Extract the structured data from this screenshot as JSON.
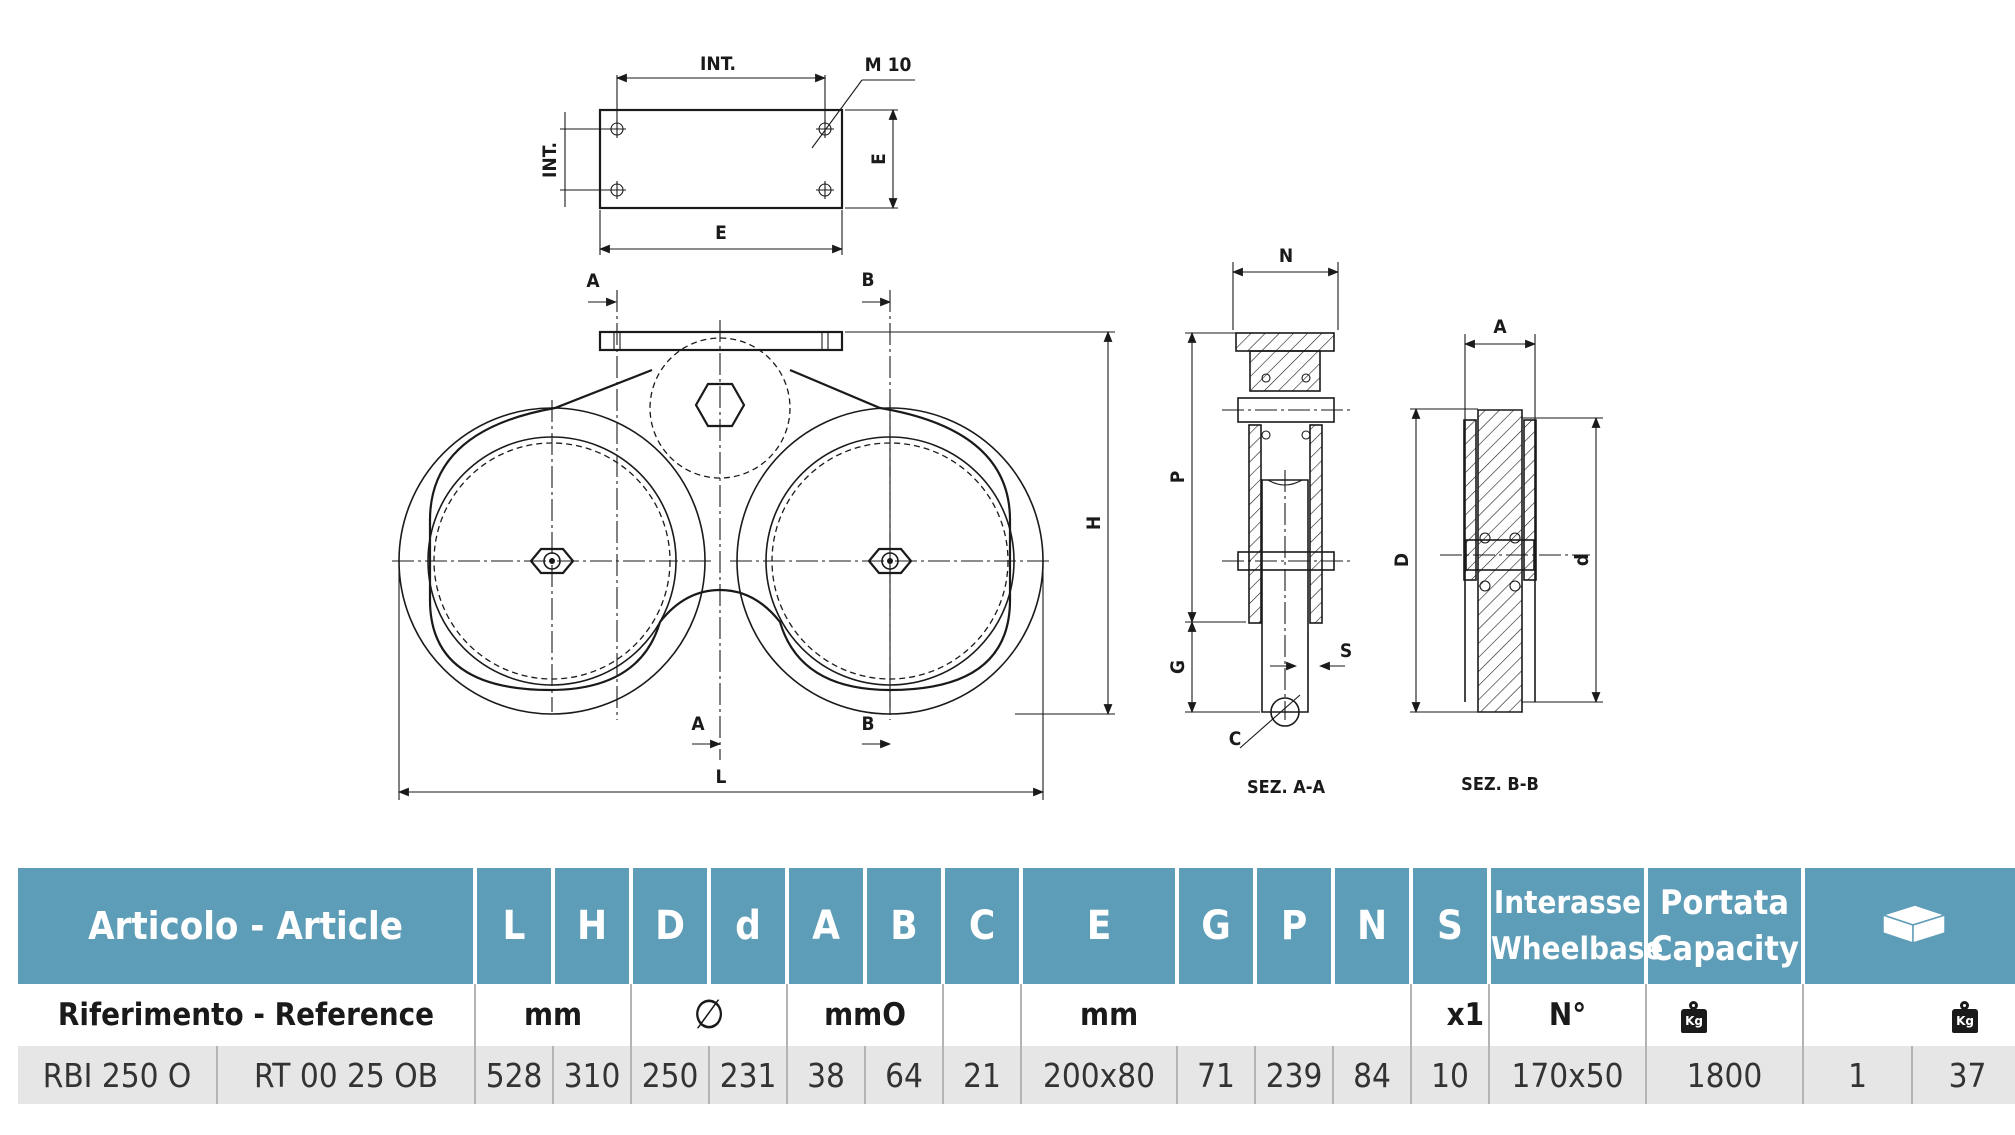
{
  "drawing": {
    "plate_labels": {
      "int_top": "INT.",
      "m10": "M 10",
      "int_side": "INT.",
      "e_side": "E",
      "e_bottom": "E"
    },
    "section_marks": {
      "a": "A",
      "b": "B"
    },
    "main_labels": {
      "h": "H",
      "l": "L"
    },
    "section_aa": {
      "title": "SEZ. A-A",
      "n": "N",
      "p": "P",
      "g": "G",
      "s": "S",
      "c": "C"
    },
    "section_bb": {
      "title": "SEZ. B-B",
      "a": "A",
      "d_big": "D",
      "d_small": "d"
    }
  },
  "table": {
    "header": {
      "article": "Articolo - Article",
      "cols": [
        "L",
        "H",
        "D",
        "d",
        "A",
        "B",
        "C",
        "E",
        "G",
        "P",
        "N",
        "S"
      ],
      "wheelbase_it": "Interasse",
      "wheelbase_en": "Wheelbase",
      "capacity_it": "Portata",
      "capacity_en": "Capacity",
      "package_icon": "box-icon"
    },
    "units": {
      "reference": "Riferimento - Reference",
      "mm1": "mm",
      "diameter": "∅",
      "mm2": "mm",
      "o": "O",
      "mm3": "mm",
      "x1": "x1",
      "n_deg": "N°",
      "weight_icon": "kg-weight-icon",
      "kg_label": "Kg"
    },
    "row": {
      "article": "RBI 250 O",
      "reference": "RT 00 25 OB",
      "L": "528",
      "H": "310",
      "D": "250",
      "d": "231",
      "A": "38",
      "B": "64",
      "C": "21",
      "E": "200x80",
      "G": "71",
      "P": "239",
      "N": "84",
      "S": "10",
      "wheelbase": "170x50",
      "capacity": "1800",
      "pieces": "1",
      "weight": "37"
    },
    "colors": {
      "header_bg": "#5e9db7",
      "row_bg": "#e6e6e6",
      "divider": "#b4b4b4"
    }
  }
}
